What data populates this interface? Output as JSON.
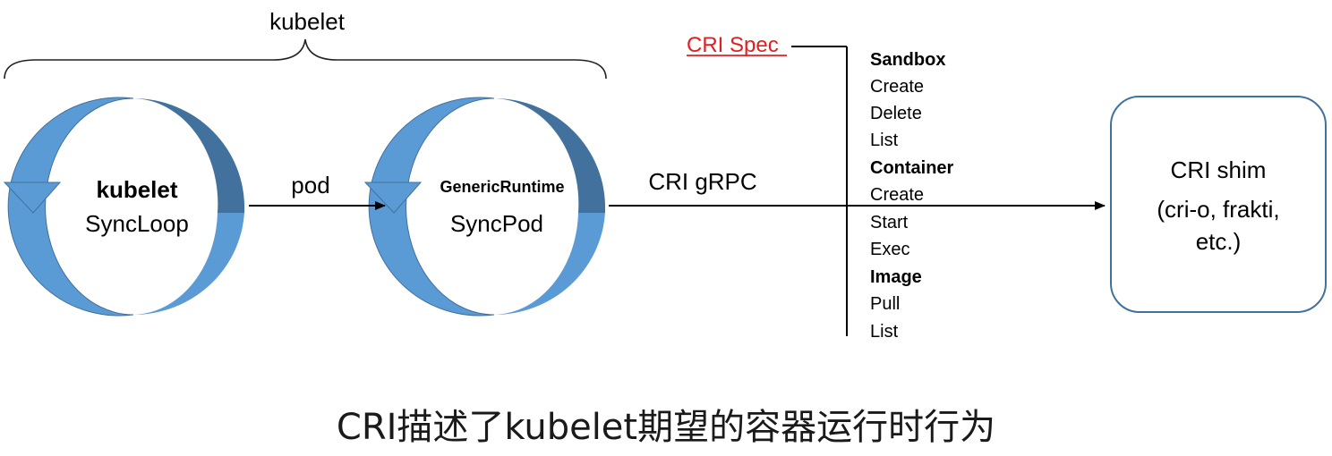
{
  "brace_label": "kubelet",
  "loop1": {
    "title": "kubelet",
    "subtitle": "SyncLoop"
  },
  "loop2": {
    "title": "GenericRuntime",
    "subtitle": "SyncPod"
  },
  "edge_pod_label": "pod",
  "edge_grpc_label": "CRI gRPC",
  "spec_label": "CRI Spec",
  "api_groups": [
    {
      "name": "Sandbox",
      "methods": [
        "Create",
        "Delete",
        "List"
      ]
    },
    {
      "name": "Container",
      "methods": [
        "Create",
        "Start",
        "Exec"
      ]
    },
    {
      "name": "Image",
      "methods": [
        "Pull",
        "List"
      ]
    }
  ],
  "shim": {
    "line1": "CRI shim",
    "line2": "(cri-o, frakti,",
    "line3": "etc.)"
  },
  "caption": "CRI描述了kubelet期望的容器运行时行为",
  "colors": {
    "ring_light": "#5b9bd5",
    "ring_dark": "#41719c",
    "spec_red": "#e02020",
    "shim_border": "#41719c"
  }
}
